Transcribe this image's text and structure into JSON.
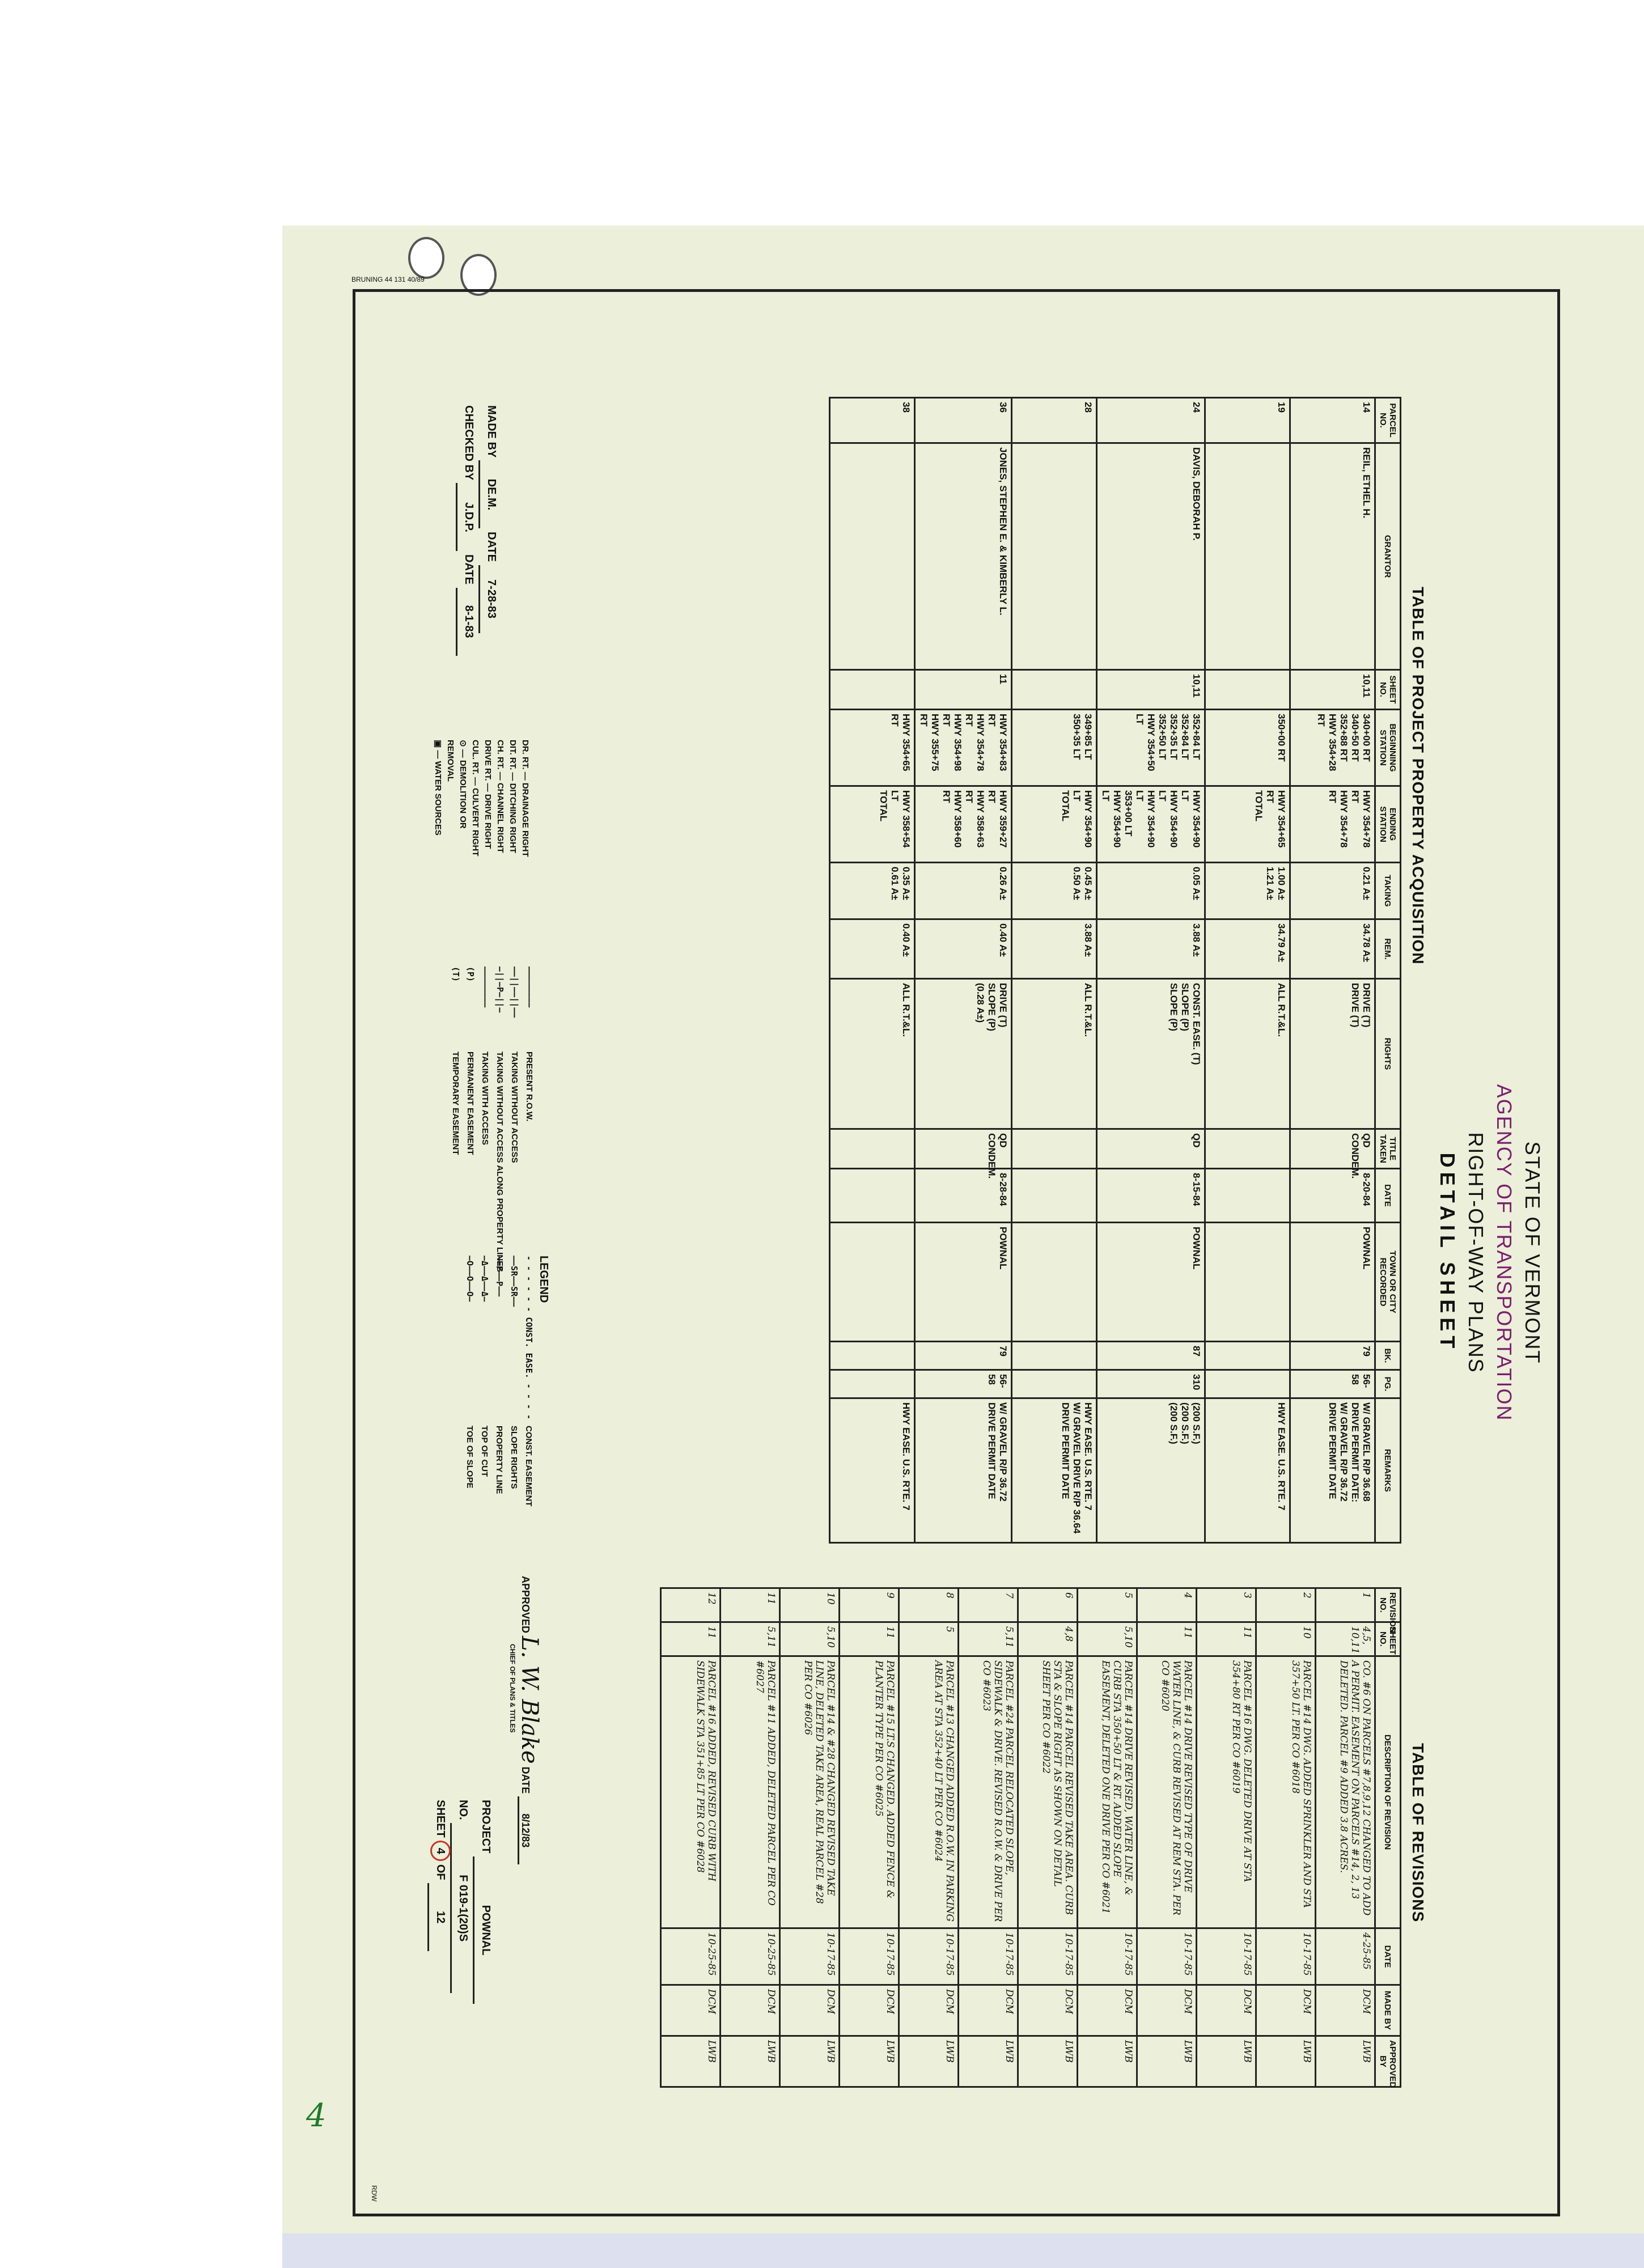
{
  "header": {
    "line1": "STATE OF VERMONT",
    "line2": "AGENCY OF TRANSPORTATION",
    "line3": "RIGHT-OF-WAY PLANS",
    "line4": "DETAIL SHEET"
  },
  "form_number": "BRUNING 44 131 40/89",
  "acquisition_table": {
    "title": "TABLE OF PROJECT PROPERTY ACQUISITION",
    "columns": [
      "PARCEL NO.",
      "GRANTOR",
      "SHEET NO.",
      "BEGINNING STATION",
      "ENDING STATION",
      "TAKING",
      "REM.",
      "RIGHTS",
      "TITLE TAKEN",
      "DATE",
      "TOWN OR CITY RECORDED",
      "BK.",
      "PG.",
      "REMARKS"
    ],
    "rows": [
      {
        "parcel": "14",
        "grantor": "REIL, ETHEL H.",
        "sheet": "10,11",
        "begin": "340+00 RT\n340+50 RT\n352+88 RT\nHWY 354+28 RT",
        "end": "HWY 354+78 RT\nHWY 354+78 RT",
        "taking": "0.21 A±",
        "rem": "34.78 A±",
        "rights": "DRIVE (T)\nDRIVE (T)",
        "title": "QD\nCONDEM.",
        "date": "8-20-84",
        "town": "POWNAL",
        "bk": "79",
        "pg": "56-58",
        "remarks": "W/ GRAVEL R/P 36.68\nDRIVE PERMIT DATE:\nW/ GRAVEL R/P 36.72\nDRIVE PERMIT DATE"
      },
      {
        "parcel": "19",
        "grantor": "",
        "sheet": "",
        "begin": "350+00 RT",
        "end": "HWY 354+65 RT\nTOTAL",
        "taking": "1.00 A±\n1.21 A±",
        "rem": "34.79 A±",
        "rights": "ALL R.T.&L.",
        "title": "",
        "date": "",
        "town": "",
        "bk": "",
        "pg": "",
        "remarks": "HWY EASE. U.S. RTE. 7"
      },
      {
        "parcel": "24",
        "grantor": "DAVIS, DEBORAH P.",
        "sheet": "10,11",
        "begin": "352+84 LT\n352+84 LT\n352+35 LT\n352+50 LT\nHWY 354+50 LT",
        "end": "HWY 354+90 LT\nHWY 354+90 LT\nHWY 354+90 LT\n353+00 LT\nHWY 354+90 LT",
        "taking": "0.05 A±",
        "rem": "3.88 A±",
        "rights": "CONST. EASE. (T)\nSLOPE (P)\nSLOPE (P)",
        "title": "QD",
        "date": "8-15-84",
        "town": "POWNAL",
        "bk": "87",
        "pg": "310",
        "remarks": "(200 S.F.)\n(200 S.F.)\n(200 S.F.)"
      },
      {
        "parcel": "28",
        "grantor": "",
        "sheet": "",
        "begin": "349+85 LT\n350+35 LT",
        "end": "HWY 354+90 LT\nTOTAL",
        "taking": "0.45 A±\n0.50 A±",
        "rem": "3.88 A±",
        "rights": "ALL R.T.&L.",
        "title": "",
        "date": "",
        "town": "",
        "bk": "",
        "pg": "",
        "remarks": "HWY EASE. U.S. RTE. 7\nW/ GRAVEL DRIVE R/P 36.64\nDRIVE PERMIT DATE"
      },
      {
        "parcel": "36",
        "grantor": "JONES, STEPHEN E. & KIMBERLY L.",
        "sheet": "11",
        "begin": "HWY 354+83 RT\nHWY 354+78 RT\nHWY 354+98 RT\nHWY 355+75 RT",
        "end": "HWY 359+27 RT\nHWY 358+63 RT\nHWY 358+60 RT",
        "taking": "0.26 A±",
        "rem": "0.40 A±",
        "rights": "DRIVE (T)\nSLOPE (P)\n(0.28 A±)",
        "title": "QD\nCONDEM.",
        "date": "8-28-84",
        "town": "POWNAL",
        "bk": "79",
        "pg": "56-58",
        "remarks": "W/ GRAVEL R/P 36.72\nDRIVE PERMIT DATE"
      },
      {
        "parcel": "38",
        "grantor": "",
        "sheet": "",
        "begin": "HWY 354+65 RT",
        "end": "HWY 358+54 LT\nTOTAL",
        "taking": "0.35 A±\n0.61 A±",
        "rem": "0.40 A±",
        "rights": "ALL R.T.&L.",
        "title": "",
        "date": "",
        "town": "",
        "bk": "",
        "pg": "",
        "remarks": "HWY EASE. U.S. RTE. 7"
      }
    ]
  },
  "revision_table": {
    "title": "TABLE OF REVISIONS",
    "columns": [
      "REVISION NO.",
      "SHEET NO.",
      "DESCRIPTION OF REVISION",
      "DATE",
      "MADE BY",
      "APPROVED BY"
    ],
    "rows": [
      {
        "no": "1",
        "sheet": "4,5,\n10,11",
        "desc": "CO. #6 ON PARCELS #7,8,9,12 CHANGED TO ADD A PERMIT. EASEMENT ON PARCELS #14, 2, 13 DELETED. PARCEL #9 ADDED 3.8 ACRES.",
        "date": "4-25-85",
        "by": "DCM",
        "app": "LWB"
      },
      {
        "no": "2",
        "sheet": "10",
        "desc": "PARCEL #14 DWG. ADDED SPRINKLER AND STA 357+50 LT. PER CO #6018",
        "date": "10-17-85",
        "by": "DCM",
        "app": "LWB"
      },
      {
        "no": "3",
        "sheet": "11",
        "desc": "PARCEL #16 DWG. DELETED DRIVE AT STA 354+80 RT PER CO #6019",
        "date": "10-17-85",
        "by": "DCM",
        "app": "LWB"
      },
      {
        "no": "4",
        "sheet": "11",
        "desc": "PARCEL #14 DRIVE REVISED TYPE OF DRIVE WATER LINE, & CURB REVISED AT REM STA. PER CO #6020",
        "date": "10-17-85",
        "by": "DCM",
        "app": "LWB"
      },
      {
        "no": "5",
        "sheet": "5,10",
        "desc": "PARCEL #14 DRIVE REVISED, WATER LINE, & CURB STA 350+50 LT & RT. ADDED SLOPE EASEMENT, DELETED ONE DRIVE PER CO #6021",
        "date": "10-17-85",
        "by": "DCM",
        "app": "LWB"
      },
      {
        "no": "6",
        "sheet": "4,8",
        "desc": "PARCEL #14 PARCEL REVISED TAKE AREA. CURB STA & SLOPE RIGHT AS SHOWN ON DETAIL SHEET PER CO #6022",
        "date": "10-17-85",
        "by": "DCM",
        "app": "LWB"
      },
      {
        "no": "7",
        "sheet": "5,11",
        "desc": "PARCEL #24 PARCEL RELOCATED SLOPE, SIDEWALK & DRIVE. REVISED R.O.W. & DRIVE PER CO #6023",
        "date": "10-17-85",
        "by": "DCM",
        "app": "LWB"
      },
      {
        "no": "8",
        "sheet": "5",
        "desc": "PARCEL #13 CHANGED ADDED R.O.W. IN PARKING AREA AT STA 352+40 LT PER CO #6024",
        "date": "10-17-85",
        "by": "DCM",
        "app": "LWB"
      },
      {
        "no": "9",
        "sheet": "11",
        "desc": "PARCEL #15 LT.S CHANGED. ADDED FENCE & PLANTER TYPE PER CO #6025",
        "date": "10-17-85",
        "by": "DCM",
        "app": "LWB"
      },
      {
        "no": "10",
        "sheet": "5,10",
        "desc": "PARCEL #14 & #28 CHANGED REVISED TAKE LINE, DELETED TAKE AREA, REAL PARCEL #28 PER CO #6026",
        "date": "10-17-85",
        "by": "DCM",
        "app": "LWB"
      },
      {
        "no": "11",
        "sheet": "5,11",
        "desc": "PARCEL #11 ADDED, DELETED PARCEL PER CO #6027",
        "date": "10-25-85",
        "by": "DCM",
        "app": "LWB"
      },
      {
        "no": "12",
        "sheet": "11",
        "desc": "PARCEL #16 ADDED, REVISED CURB WITH SIDEWALK STA 351+85 LT PER CO #6028",
        "date": "10-25-85",
        "by": "DCM",
        "app": "LWB"
      }
    ]
  },
  "legend": {
    "title": "LEGEND",
    "items": [
      {
        "sym": "————————",
        "label": "PRESENT R.O.W."
      },
      {
        "sym": "——||——||——",
        "label": "TAKING WITHOUT ACCESS"
      },
      {
        "sym": "—||—P—||—",
        "label": "TAKING WITHOUT ACCESS ALONG PROPERTY LINES"
      },
      {
        "sym": "————————",
        "label": "TAKING WITH ACCESS"
      },
      {
        "sym": "(P)",
        "label": "PERMANENT EASEMENT"
      },
      {
        "sym": "(T)",
        "label": "TEMPORARY EASEMENT"
      }
    ],
    "items_right": [
      {
        "sym": "- - - - - - CONST. EASE. - - - -",
        "label": "CONST. EASEMENT"
      },
      {
        "sym": "——SR——SR——",
        "label": "SLOPE RIGHTS"
      },
      {
        "sym": "——P——P——",
        "label": "PROPERTY LINE"
      },
      {
        "sym": "—Δ——Δ——Δ—",
        "label": "TOP OF CUT"
      },
      {
        "sym": "—O——O——O—",
        "label": "TOE OF SLOPE"
      }
    ]
  },
  "abbreviations": [
    "DR. RT. — DRAINAGE RIGHT",
    "DIT. RT. — DITCHING RIGHT",
    "CH. RT. — CHANNEL RIGHT",
    "DRIVE RT. — DRIVE RIGHT",
    "CUL. RT. — CULVERT RIGHT",
    "⊙ — DEMOLITION OR",
    "REMOVAL",
    "▣ — WATER SOURCES"
  ],
  "made_by": {
    "label": "MADE BY",
    "value": "DE.M.",
    "date_label": "DATE",
    "date": "7-28-83"
  },
  "checked_by": {
    "label": "CHECKED BY",
    "value": "J.D.P.",
    "date_label": "DATE",
    "date": "8-1-83"
  },
  "approval": {
    "label": "APPROVED",
    "sig": "L. W. Blake",
    "title": "CHIEF OF PLANS & TITLES",
    "date_label": "DATE",
    "date": "8/12/83"
  },
  "project": {
    "project_label": "PROJECT",
    "project_name": "POWNAL",
    "no_label": "NO.",
    "no_value": "F 019-1(20)S",
    "sheet_label": "SHEET",
    "sheet_no": "4",
    "of_label": "OF",
    "sheet_total": "12"
  },
  "margin_number": "4",
  "corner_mark": "RDW"
}
